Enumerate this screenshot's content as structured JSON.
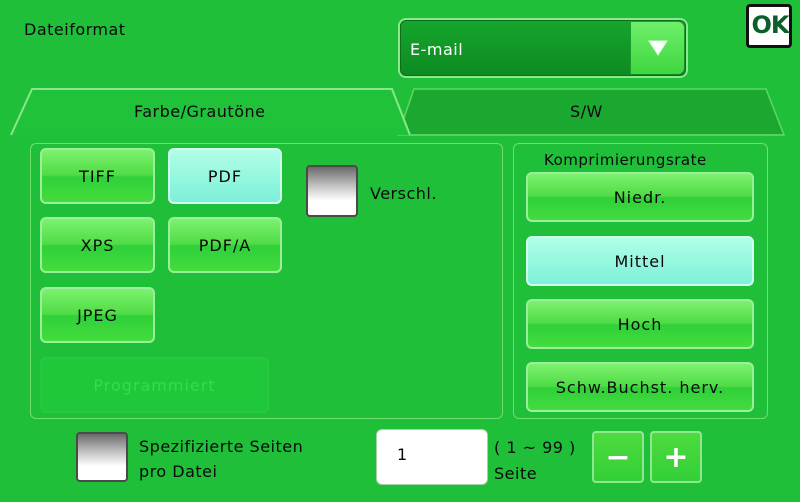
{
  "header": {
    "title": "Dateiformat",
    "ok_label": "OK"
  },
  "dropdown": {
    "value": "E-mail"
  },
  "tabs": [
    {
      "label": "Farbe/Grautöne",
      "active": true
    },
    {
      "label": "S/W",
      "active": false
    }
  ],
  "formats": {
    "tiff": "TIFF",
    "pdf": "PDF",
    "xps": "XPS",
    "pdfa": "PDF/A",
    "jpeg": "JPEG",
    "programmed": "Programmiert",
    "selected": "PDF"
  },
  "encrypt": {
    "label": "Verschl."
  },
  "compression": {
    "title": "Komprimierungsrate",
    "options": [
      "Niedr.",
      "Mittel",
      "Hoch",
      "Schw.Buchst. herv."
    ],
    "selected": "Mittel"
  },
  "pages": {
    "checkbox_line1": "Spezifizierte Seiten",
    "checkbox_line2": "pro Datei",
    "value": "1",
    "range": "( 1 ~ 99 )",
    "unit": "Seite",
    "minus": "−",
    "plus": "+"
  },
  "colors": {
    "background": "#1fbf3a",
    "selected": "#7df0d8",
    "button": "#4fdc45"
  }
}
